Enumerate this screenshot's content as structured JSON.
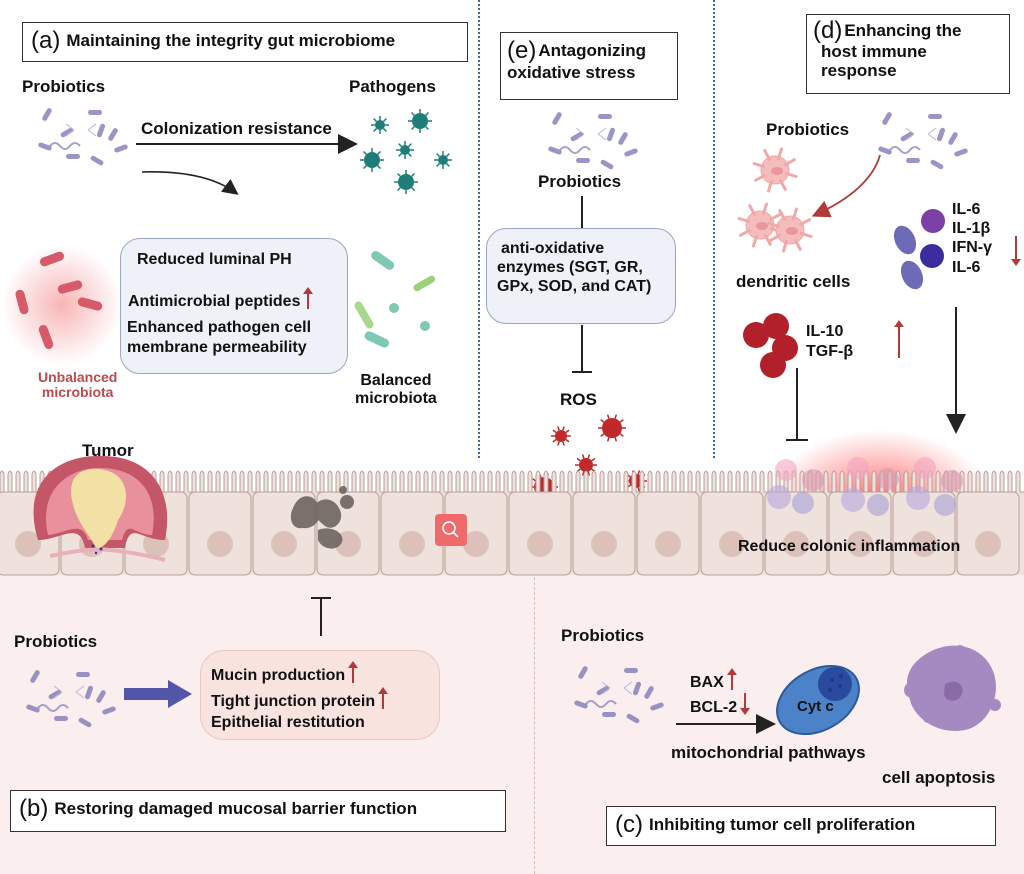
{
  "panel_a": {
    "letter": "(a)",
    "title": "Maintaining the integrity gut microbiome",
    "probiotics_label": "Probiotics",
    "pathogens_label": "Pathogens",
    "arrow_label": "Colonization resistance",
    "effects": [
      "Reduced luminal PH",
      "Antimicrobial peptides",
      "Enhanced pathogen cell",
      "membrane permeability"
    ],
    "effects_direction": {
      "Antimicrobial peptides": "up"
    },
    "unbalanced_label": [
      "Unbalanced",
      "microbiota"
    ],
    "balanced_label": [
      "Balanced",
      "microbiota"
    ]
  },
  "panel_e": {
    "letter": "(e)",
    "title_lines": [
      "Antagonizing",
      "oxidative stress"
    ],
    "probiotics_label": "Probiotics",
    "enzymes_lines": [
      "anti-oxidative",
      "enzymes (SGT, GR,",
      "GPx, SOD, and CAT)"
    ],
    "ros_label": "ROS"
  },
  "panel_d": {
    "letter": "(d)",
    "title_lines": [
      "Enhancing the",
      "host immune",
      "response"
    ],
    "probiotics_label": "Probiotics",
    "dendritic_label": "dendritic cells",
    "proinflammatory": [
      "IL-6",
      "IL-1β",
      "IFN-γ",
      "IL-6"
    ],
    "proinflammatory_direction": "down",
    "antiinflammatory": [
      "IL-10",
      "TGF-β"
    ],
    "antiinflammatory_direction": "up",
    "inflammation_label": "Reduce colonic inflammation"
  },
  "epithelium": {
    "tumor_label": "Tumor"
  },
  "panel_b": {
    "letter": "(b)",
    "title": "Restoring damaged mucosal barrier function",
    "probiotics_label": "Probiotics",
    "effects": [
      "Mucin production",
      "Tight junction protein",
      "Epithelial restitution"
    ],
    "effects_direction": {
      "Mucin production": "up",
      "Tight junction protein": "up"
    }
  },
  "panel_c": {
    "letter": "(c)",
    "title": "Inhibiting tumor cell proliferation",
    "probiotics_label": "Probiotics",
    "bax_label": "BAX",
    "bax_direction": "up",
    "bcl2_label": "BCL-2",
    "bcl2_direction": "down",
    "cytc_label": "Cyt c",
    "pathway_label": "mitochondrial pathways",
    "apoptosis_label": "cell apoptosis"
  },
  "colors": {
    "divider": "#2f6fa8",
    "up_down_arrow": "#b23a3a",
    "pathogen": "#1e7d78",
    "ros": "#c0282a",
    "probiotic": "#7f7bb8",
    "bottom_bg": "#fbeeee",
    "cell_fill": "#efe1dc"
  }
}
